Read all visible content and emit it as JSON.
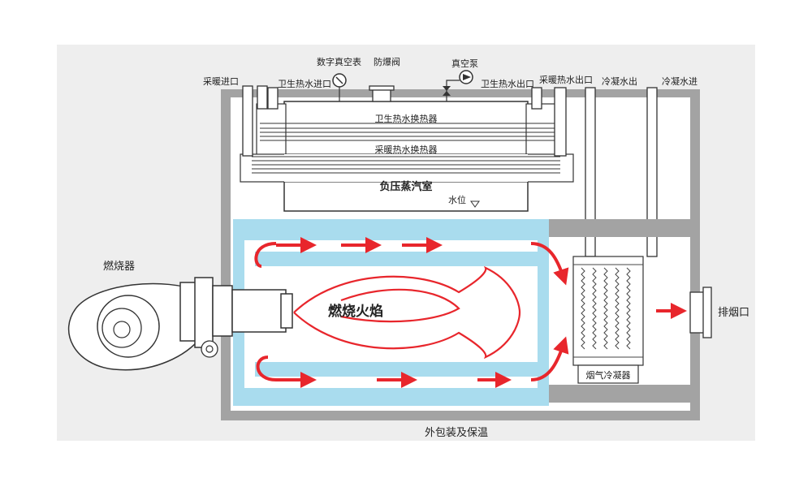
{
  "labels": {
    "heating_inlet": "采暖进口",
    "sanitary_inlet": "卫生热水进口",
    "vacuum_gauge": "数字真空表",
    "explosion_valve": "防爆阀",
    "vacuum_pump": "真空泵",
    "sanitary_outlet": "卫生热水出口",
    "heating_outlet": "采暖热水出口",
    "condensate_out": "冷凝水出",
    "condensate_in": "冷凝水进",
    "sanitary_exchanger": "卫生热水换热器",
    "heating_exchanger": "采暖热水换热器",
    "vacuum_chamber": "负压蒸汽室",
    "water_level": "水位",
    "burner": "燃烧器",
    "flame": "燃烧火焰",
    "flue_condenser": "烟气冷凝器",
    "exhaust": "排烟口",
    "insulation": "外包装及保温"
  },
  "colors": {
    "casing": "#a3a3a3",
    "water": "#a9dcee",
    "flow_arrow": "#e8262c",
    "line": "#333333"
  }
}
